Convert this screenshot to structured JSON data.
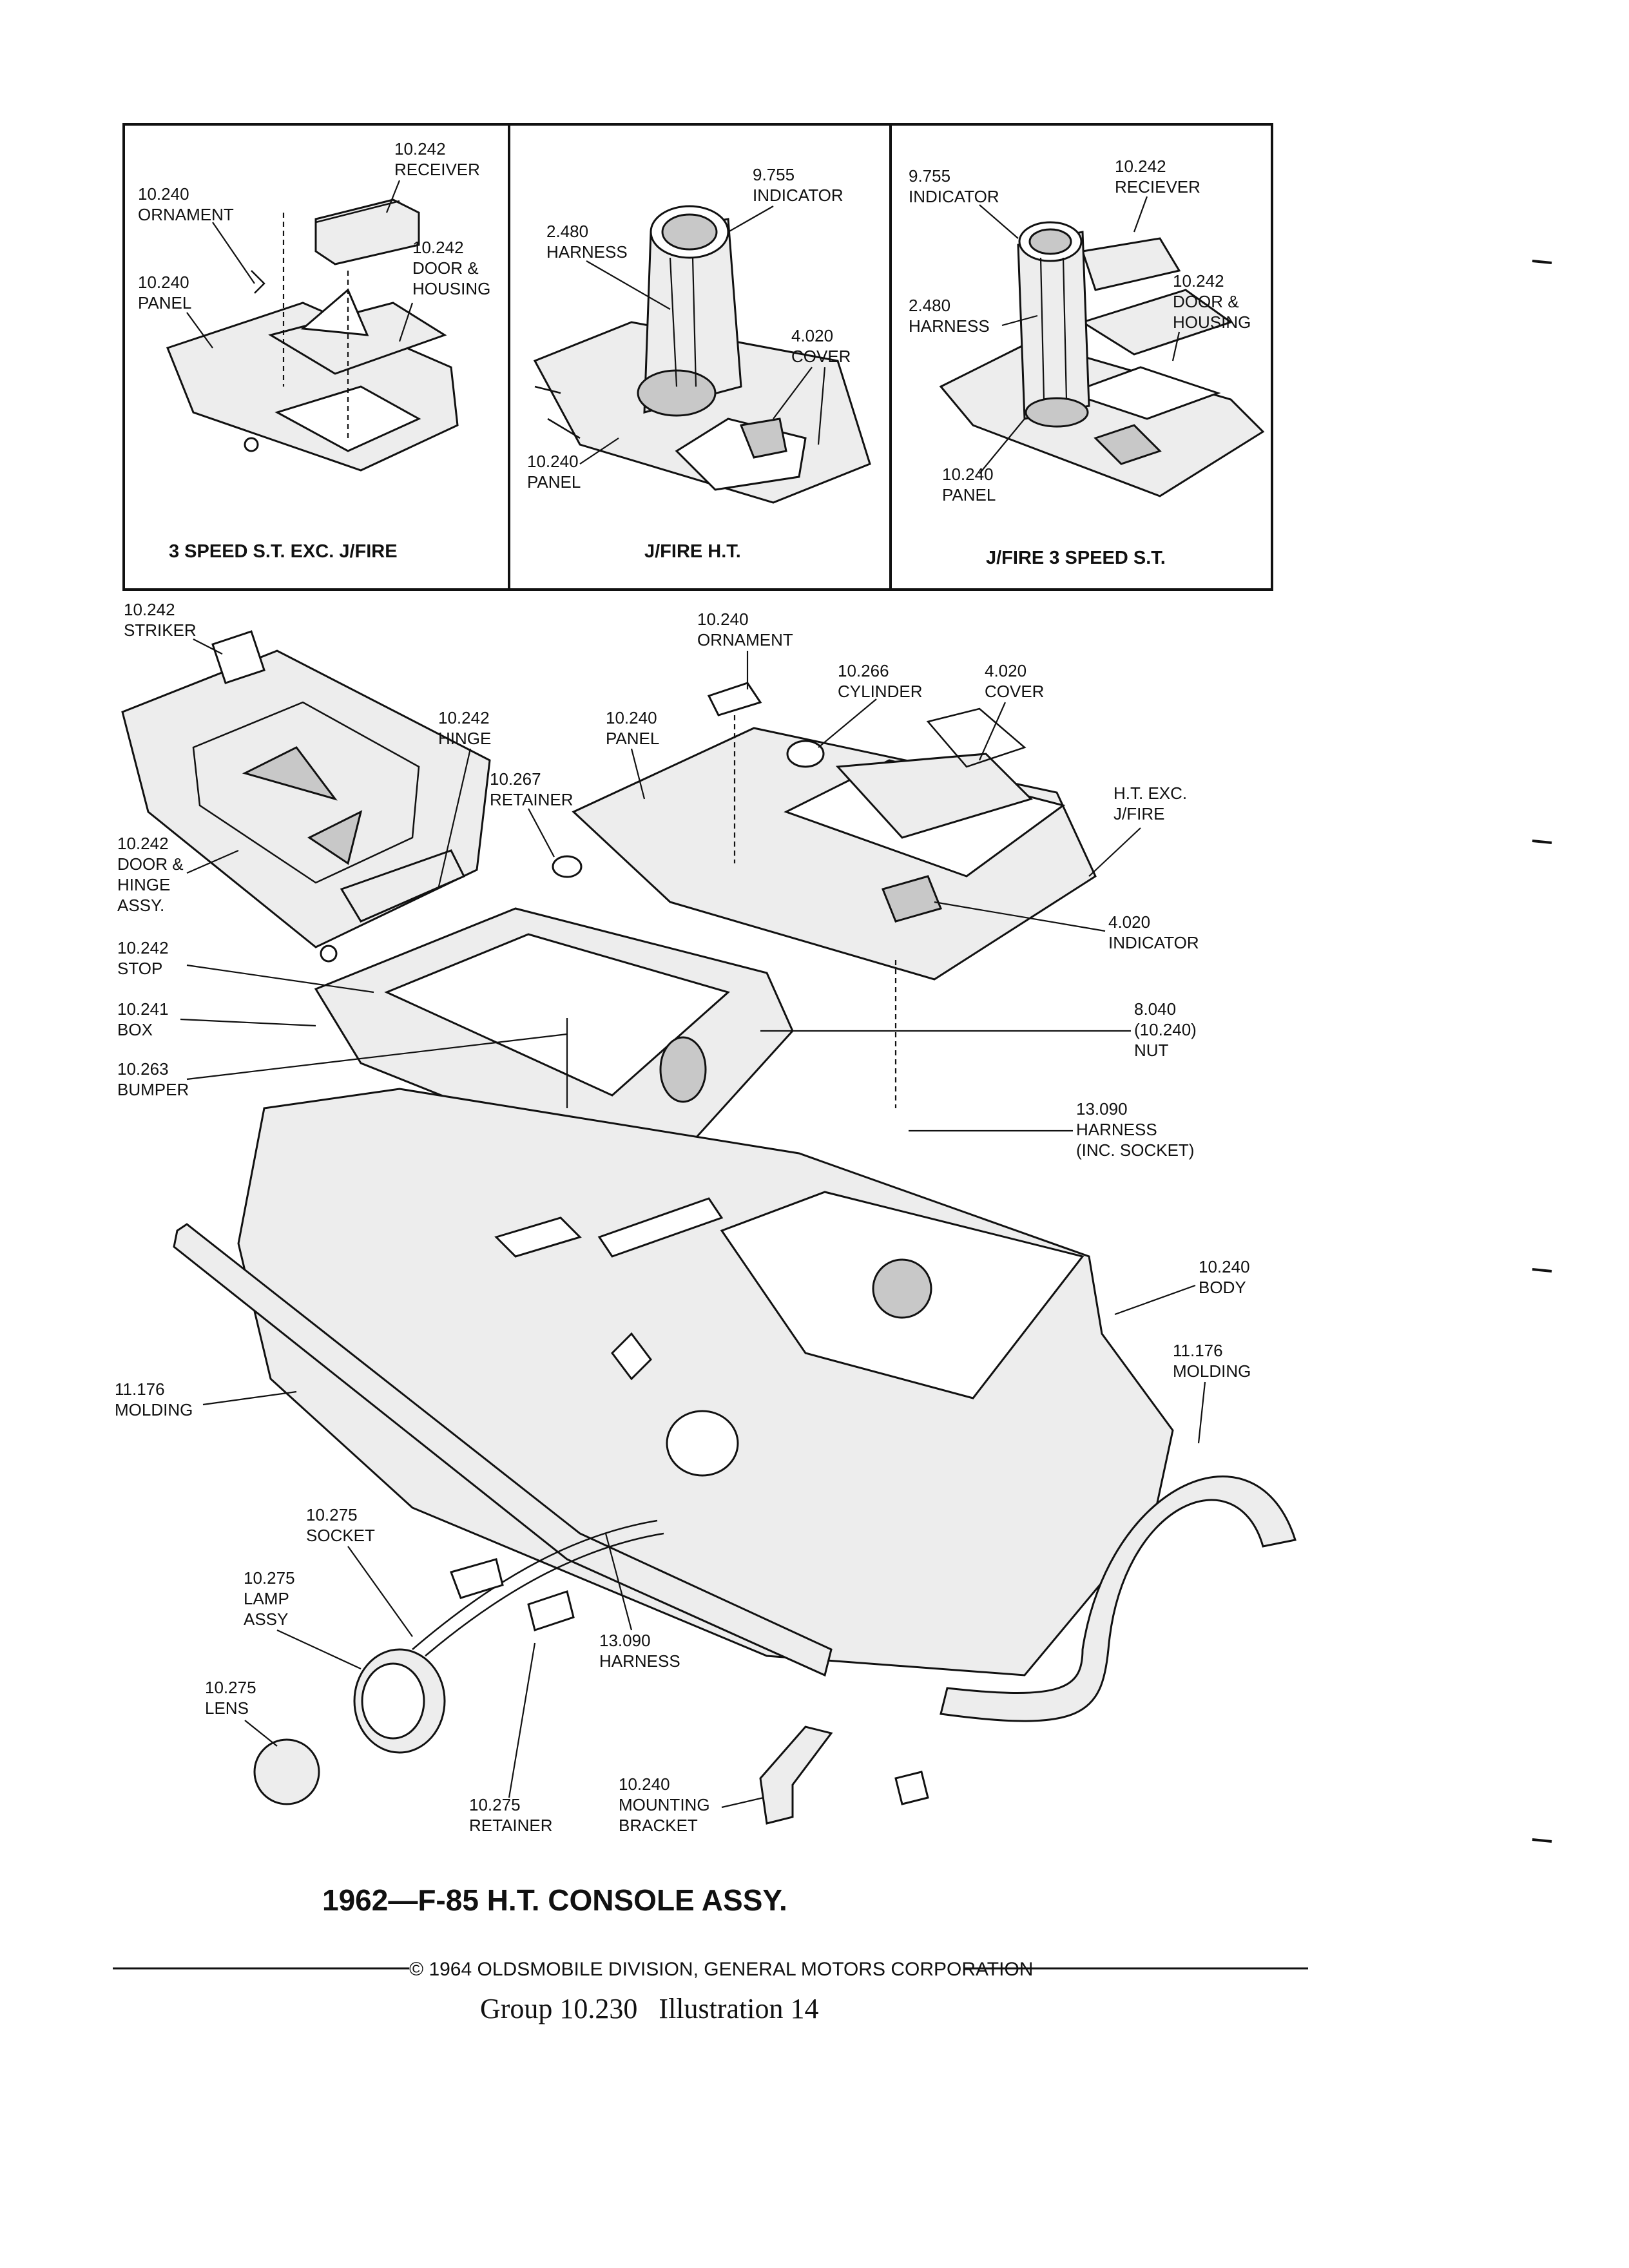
{
  "title": "1962—F-85 H.T. CONSOLE ASSY.",
  "copyright": "© 1964 OLDSMOBILE DIVISION, GENERAL MOTORS CORPORATION",
  "group_line": "Group 10.230   Illustration 14",
  "panels": [
    {
      "caption": "3 SPEED S.T. EXC. J/FIRE",
      "labels": [
        [
          "10.242",
          "RECEIVER"
        ],
        [
          "10.240",
          "ORNAMENT"
        ],
        [
          "10.242",
          "DOOR &",
          "HOUSING"
        ],
        [
          "10.240",
          "PANEL"
        ]
      ]
    },
    {
      "caption": "J/FIRE H.T.",
      "labels": [
        [
          "9.755",
          "INDICATOR"
        ],
        [
          "2.480",
          "HARNESS"
        ],
        [
          "4.020",
          "COVER"
        ],
        [
          "10.240",
          "PANEL"
        ]
      ]
    },
    {
      "caption": "J/FIRE 3 SPEED S.T.",
      "labels": [
        [
          "9.755",
          "INDICATOR"
        ],
        [
          "10.242",
          "RECIEVER"
        ],
        [
          "10.242",
          "DOOR &",
          "HOUSING"
        ],
        [
          "2.480",
          "HARNESS"
        ],
        [
          "10.240",
          "PANEL"
        ]
      ]
    }
  ],
  "main_labels": [
    [
      "10.242",
      "STRIKER"
    ],
    [
      "10.240",
      "ORNAMENT"
    ],
    [
      "10.266",
      "CYLINDER"
    ],
    [
      "4.020",
      "COVER"
    ],
    [
      "10.242",
      "HINGE"
    ],
    [
      "10.240",
      "PANEL"
    ],
    [
      "10.267",
      "RETAINER"
    ],
    [
      "H.T. EXC.",
      "J/FIRE"
    ],
    [
      "10.242",
      "DOOR &",
      "HINGE",
      "ASSY."
    ],
    [
      "4.020",
      "INDICATOR"
    ],
    [
      "10.242",
      "STOP"
    ],
    [
      "10.241",
      "BOX"
    ],
    [
      "8.040",
      "(10.240)",
      "NUT"
    ],
    [
      "10.263",
      "BUMPER"
    ],
    [
      "13.090",
      "HARNESS",
      "(INC. SOCKET)"
    ],
    [
      "10.240",
      "BODY"
    ],
    [
      "11.176",
      "MOLDING"
    ],
    [
      "11.176",
      "MOLDING"
    ],
    [
      "10.275",
      "SOCKET"
    ],
    [
      "10.275",
      "LAMP",
      "ASSY"
    ],
    [
      "13.090",
      "HARNESS"
    ],
    [
      "10.275",
      "LENS"
    ],
    [
      "10.275",
      "RETAINER"
    ],
    [
      "10.240",
      "MOUNTING",
      "BRACKET"
    ]
  ]
}
